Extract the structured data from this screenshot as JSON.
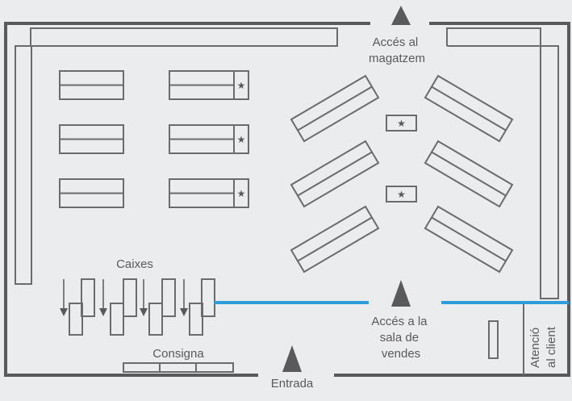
{
  "labels": {
    "warehouse_access": [
      "Accés al",
      "magatzem"
    ],
    "checkouts": "Caixes",
    "sales_floor_access": [
      "Accés a la",
      "sala de",
      "vendes"
    ],
    "lockers": "Consigna",
    "entrance": "Entrada",
    "customer_service": [
      "Atenció",
      "al client"
    ]
  },
  "colors": {
    "background": "#ebecee",
    "wall": "#5a595c",
    "shelf": "#6b6a6d",
    "barrier": "#2d9cdb"
  },
  "icons": {
    "featured": "star-icon",
    "access": "triangle-arrow-icon",
    "checkout_direction": "arrow-down-icon"
  }
}
